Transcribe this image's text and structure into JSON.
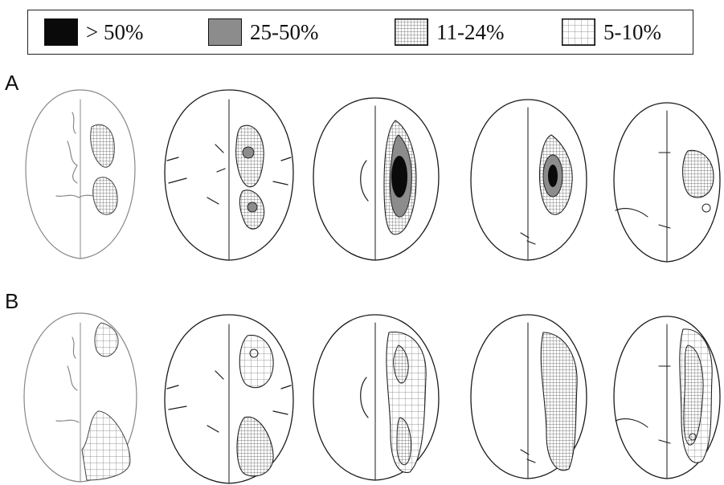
{
  "legend": {
    "items": [
      {
        "label": "> 50%",
        "pattern": "black"
      },
      {
        "label": "25-50%",
        "pattern": "gray"
      },
      {
        "label": "11-24%",
        "pattern": "fine-grid"
      },
      {
        "label": "5-10%",
        "pattern": "coarse-grid"
      }
    ]
  },
  "rows": [
    {
      "label": "A"
    },
    {
      "label": "B"
    }
  ],
  "colors": {
    "black": "#0a0a0a",
    "gray": "#8c8c8c",
    "line": "#1a1a1a"
  }
}
